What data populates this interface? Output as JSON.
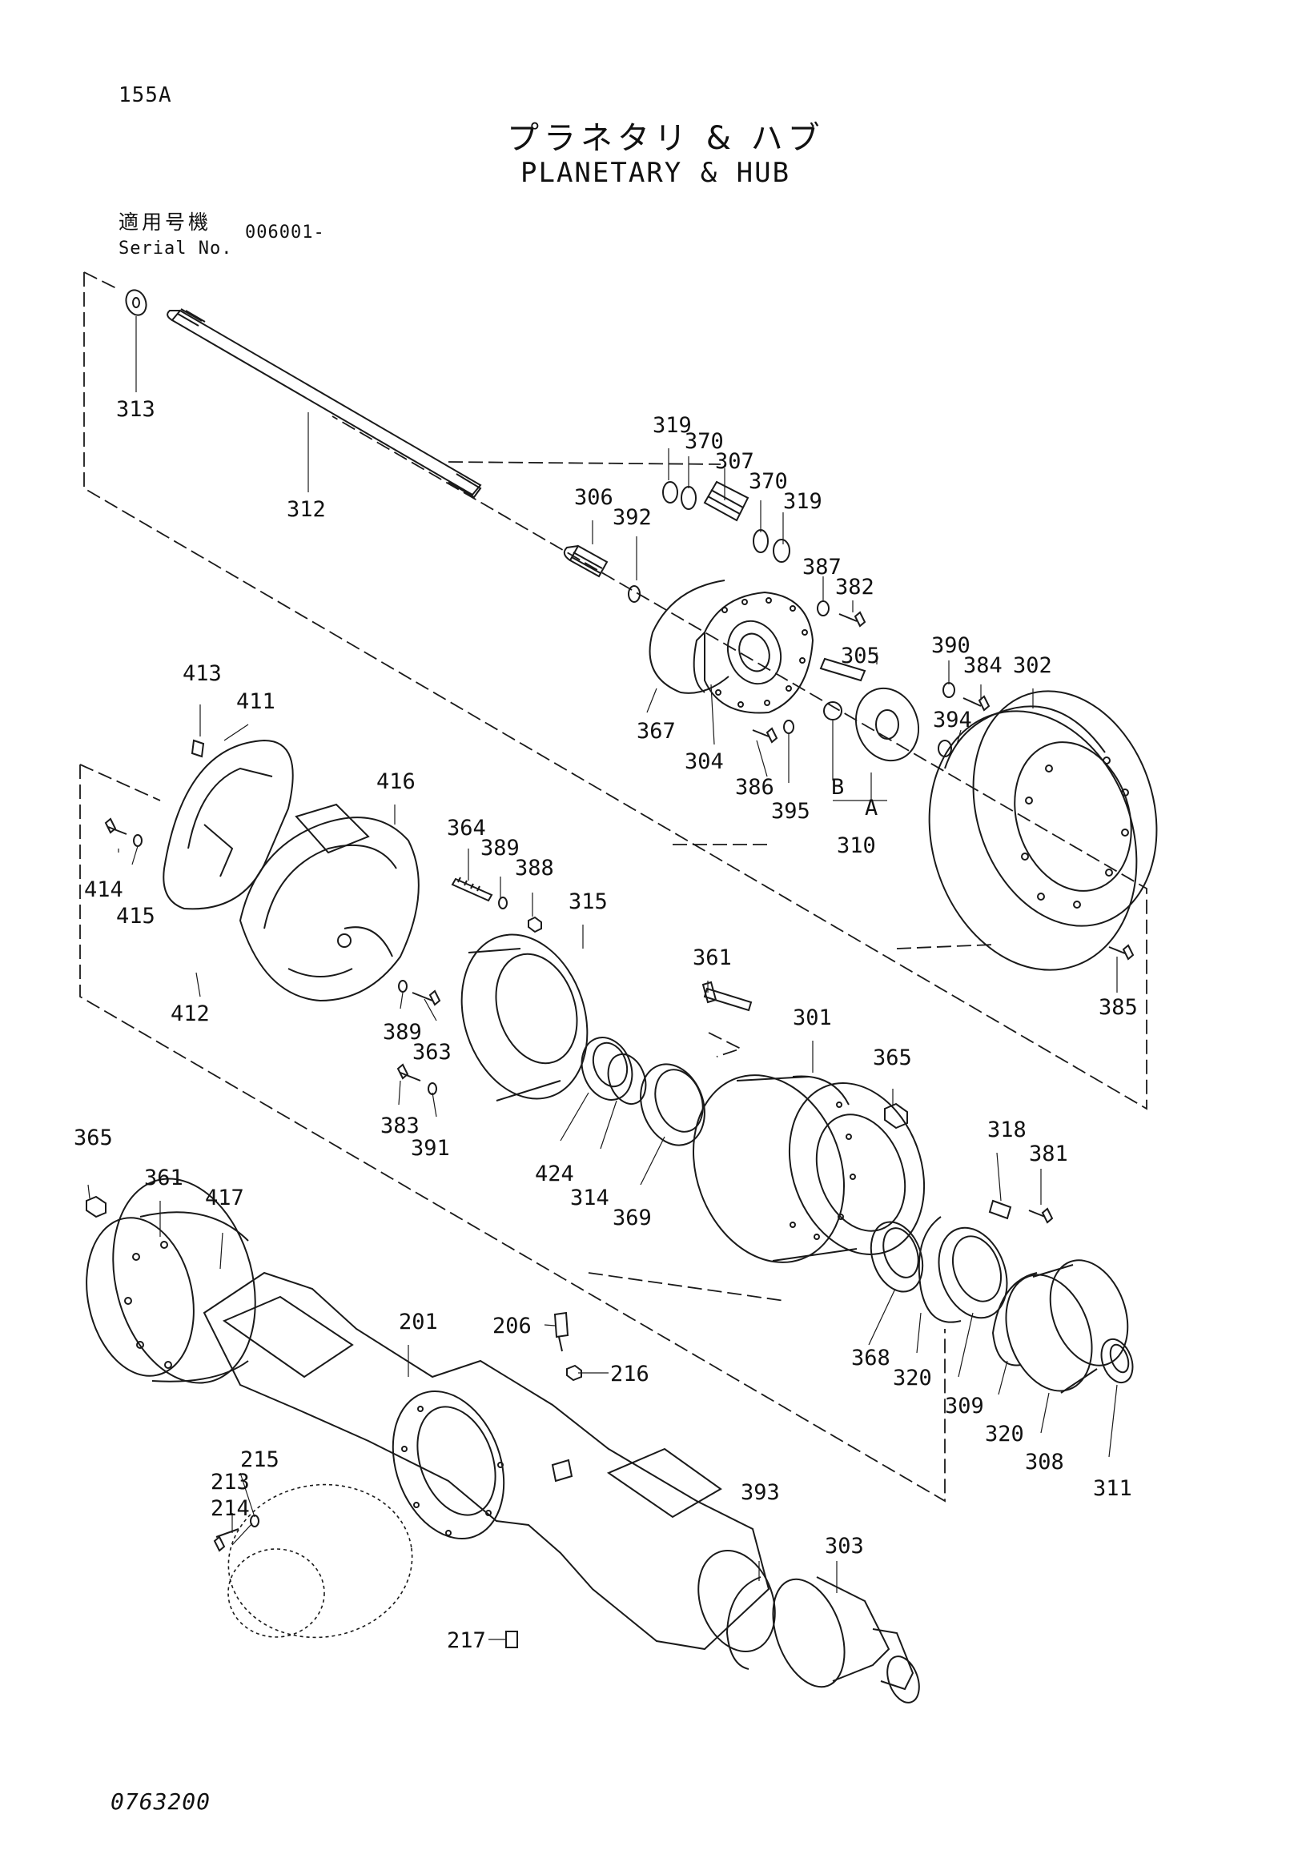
{
  "page_number": "155A",
  "title_jp": "プラネタリ & ハブ",
  "title_en": "PLANETARY & HUB",
  "serial": {
    "label_jp": "適用号機",
    "label_en": "Serial No.",
    "value": "006001-"
  },
  "drawing_code": "0763200",
  "view_markers": [
    "A",
    "B"
  ],
  "part_labels": [
    "313",
    "312",
    "319",
    "370",
    "307",
    "370",
    "319",
    "306",
    "392",
    "387",
    "382",
    "305",
    "390",
    "384",
    "302",
    "367",
    "304",
    "386",
    "395",
    "394",
    "310",
    "385",
    "413",
    "411",
    "416",
    "364",
    "389",
    "388",
    "315",
    "414",
    "415",
    "412",
    "389",
    "363",
    "383",
    "391",
    "361",
    "301",
    "365",
    "424",
    "314",
    "369",
    "318",
    "381",
    "365",
    "361",
    "417",
    "201",
    "206",
    "216",
    "368",
    "320",
    "309",
    "320",
    "308",
    "311",
    "215",
    "213",
    "214",
    "393",
    "303",
    "217"
  ]
}
